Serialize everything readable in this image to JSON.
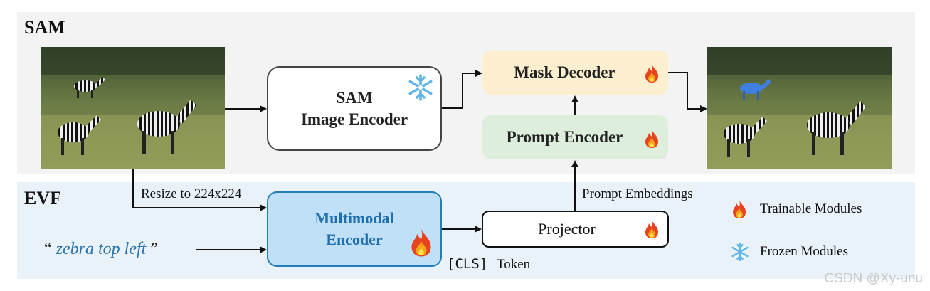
{
  "sections": {
    "sam_title": "SAM",
    "evf_title": "EVF"
  },
  "modules": {
    "sam_encoder_line1": "SAM",
    "sam_encoder_line2": "Image Encoder",
    "mask_decoder": "Mask Decoder",
    "prompt_encoder": "Prompt Encoder",
    "multimodal_line1": "Multimodal",
    "multimodal_line2": "Encoder",
    "projector": "Projector"
  },
  "labels": {
    "resize": "Resize to 224x224",
    "prompt_embeddings": "Prompt Embeddings",
    "cls_code": "[CLS]",
    "cls_word": "Token"
  },
  "text_prompt": {
    "open_quote": "“",
    "text": "zebra top left",
    "close_quote": "”"
  },
  "legend": {
    "trainable": "Trainable Modules",
    "frozen": "Frozen Modules"
  },
  "watermark": "CSDN @Xy-unu",
  "icons": {
    "trainable": "fire-icon",
    "frozen": "snowflake-icon"
  },
  "colors": {
    "sam_panel": "#f3f3f3",
    "evf_panel": "#e9f1f9",
    "mask_decoder": "#fcefcf",
    "prompt_encoder": "#deeedd",
    "multimodal_fill": "#bfe0f6",
    "multimodal_border": "#1f7fb6",
    "multimodal_text": "#1f6fae",
    "prompt_text": "#2a74b0",
    "mask_highlight": "#3f7fe0"
  }
}
